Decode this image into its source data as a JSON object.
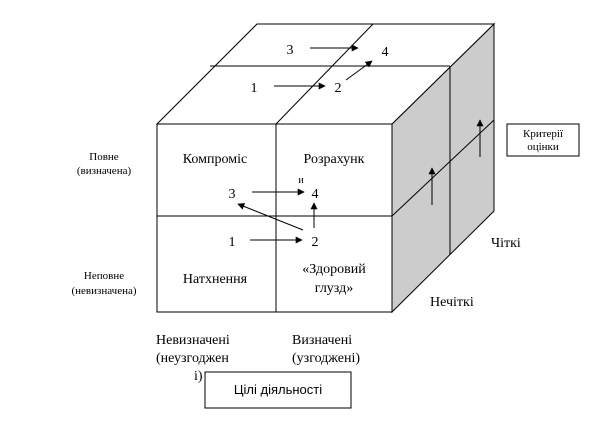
{
  "cube": {
    "front": {
      "quadrants": {
        "top_left": "Компроміс",
        "top_right_line1": "Розрахунк",
        "top_right_line2": "и",
        "bottom_left": "Натхнення",
        "bottom_right_line1": "«Здоровий",
        "bottom_right_line2": "глузд»"
      },
      "numbers": {
        "n1": "1",
        "n2": "2",
        "n3": "3",
        "n4": "4"
      }
    },
    "top": {
      "numbers": {
        "n1": "1",
        "n2": "2",
        "n3": "3",
        "n4": "4"
      }
    }
  },
  "labels": {
    "row_top_line1": "Повне",
    "row_top_line2": "(визначена)",
    "row_bottom_line1": "Неповне",
    "row_bottom_line2": "(невизначена)",
    "col_left_line1": "Невизначені",
    "col_left_line2": "(неузгоджен",
    "col_left_line3": "і)",
    "col_right_line1": "Визначені",
    "col_right_line2": "(узгоджені)",
    "depth_clear": "Чіткі",
    "depth_fuzzy": "Нечіткі"
  },
  "boxes": {
    "criteria_line1": "Критерії",
    "criteria_line2": "оцінки",
    "goals": "Цілі діяльності"
  },
  "colors": {
    "side_face": "#cccccc",
    "stroke": "#000000"
  }
}
